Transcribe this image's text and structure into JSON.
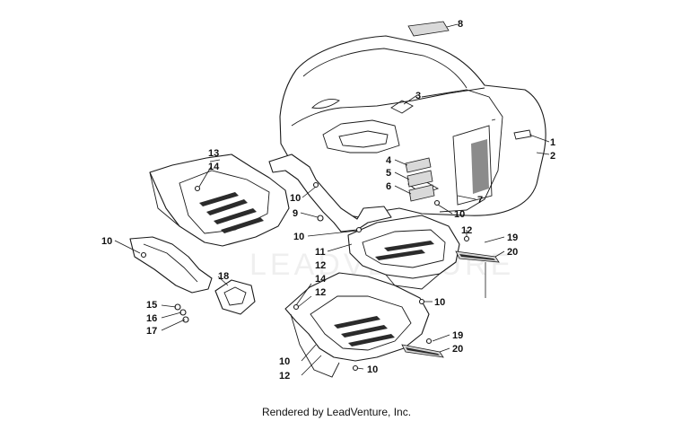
{
  "callouts": [
    {
      "id": "c1",
      "label": "1"
    },
    {
      "id": "c2",
      "label": "2"
    },
    {
      "id": "c3",
      "label": "3"
    },
    {
      "id": "c4",
      "label": "4"
    },
    {
      "id": "c5",
      "label": "5"
    },
    {
      "id": "c6",
      "label": "6"
    },
    {
      "id": "c7",
      "label": "7"
    },
    {
      "id": "c8",
      "label": "8"
    },
    {
      "id": "c9",
      "label": "9"
    },
    {
      "id": "c10a",
      "label": "10"
    },
    {
      "id": "c10b",
      "label": "10"
    },
    {
      "id": "c10c",
      "label": "10"
    },
    {
      "id": "c10d",
      "label": "10"
    },
    {
      "id": "c10e",
      "label": "10"
    },
    {
      "id": "c10f",
      "label": "10"
    },
    {
      "id": "c10g",
      "label": "10"
    },
    {
      "id": "c11",
      "label": "11"
    },
    {
      "id": "c12a",
      "label": "12"
    },
    {
      "id": "c12b",
      "label": "12"
    },
    {
      "id": "c12c",
      "label": "12"
    },
    {
      "id": "c12d",
      "label": "12"
    },
    {
      "id": "c13",
      "label": "13"
    },
    {
      "id": "c14a",
      "label": "14"
    },
    {
      "id": "c14b",
      "label": "14"
    },
    {
      "id": "c15",
      "label": "15"
    },
    {
      "id": "c16",
      "label": "16"
    },
    {
      "id": "c17",
      "label": "17"
    },
    {
      "id": "c18",
      "label": "18"
    },
    {
      "id": "c19a",
      "label": "19"
    },
    {
      "id": "c19b",
      "label": "19"
    },
    {
      "id": "c20a",
      "label": "20"
    },
    {
      "id": "c20b",
      "label": "20"
    }
  ],
  "watermark": "LEADVENTURE",
  "credit": "Rendered by LeadVenture, Inc."
}
